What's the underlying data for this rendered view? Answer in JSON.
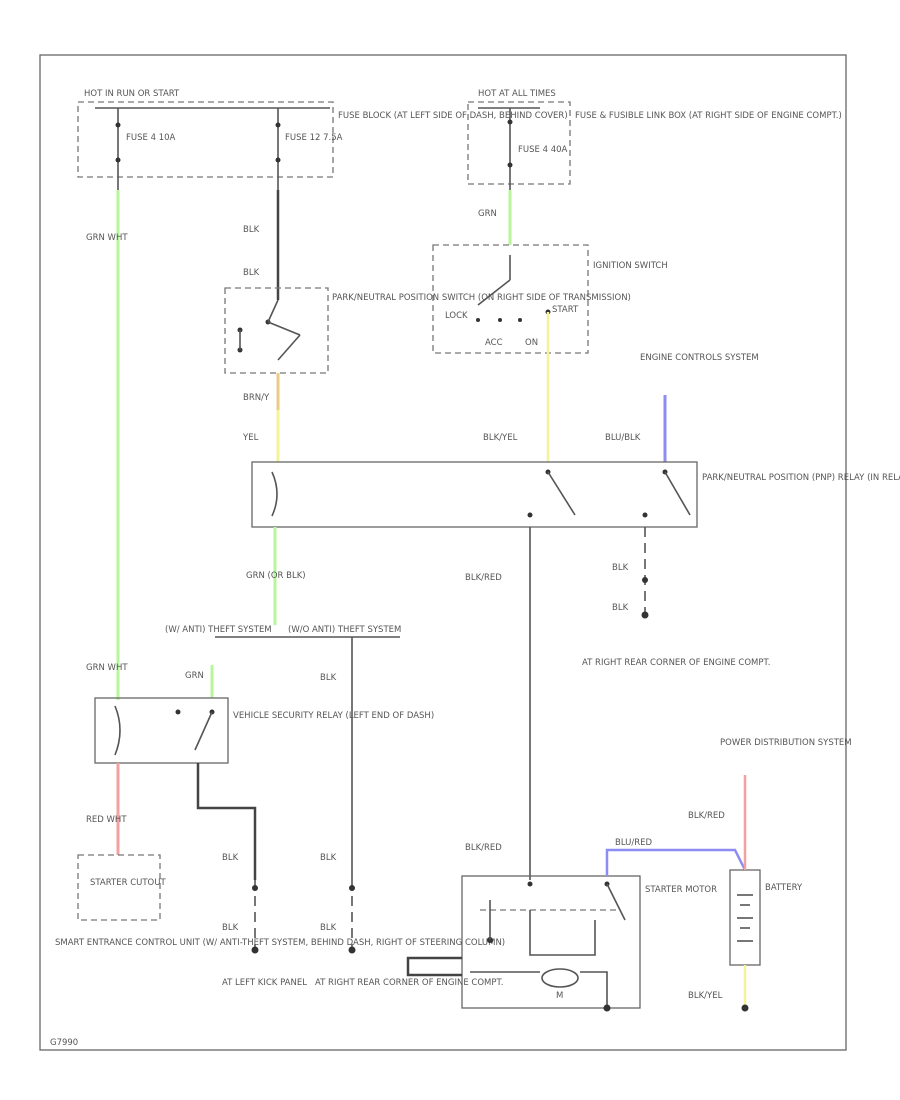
{
  "colors": {
    "grn": "#b8f59c",
    "red": "#f2a0a0",
    "yel": "#f3f39a",
    "brn_yel": "#e9cc8a",
    "blu": "#8c8cf2",
    "wire": "#444444"
  },
  "labels": {
    "hot_in_run_start": "HOT IN RUN OR START",
    "fuse_4": "FUSE 4 10A",
    "fuse_12": "FUSE 12 7.5A",
    "fuse_block": "FUSE BLOCK (AT LEFT SIDE OF DASH, BEHIND COVER)",
    "hot_at_all_times": "HOT AT ALL TIMES",
    "fuse_fusible": "FUSE 4 40A",
    "fusible_link_box": "FUSE & FUSIBLE LINK BOX (AT RIGHT SIDE OF ENGINE COMPT.)",
    "ignition_switch": "IGNITION SWITCH",
    "lock": "LOCK",
    "start": "START",
    "acc": "ACC",
    "on": "ON",
    "pnp_switch": "PARK/NEUTRAL POSITION SWITCH (ON RIGHT SIDE OF TRANSMISSION)",
    "engine_controls": "ENGINE CONTROLS SYSTEM",
    "pnp_relay": "PARK/NEUTRAL POSITION (PNP) RELAY (IN RELAY BOX)",
    "theft_1": "(W/ ANTI) THEFT SYSTEM",
    "theft_2": "(W/O ANTI) THEFT SYSTEM",
    "vehicle_security_relay": "VEHICLE SECURITY RELAY (LEFT END OF DASH)",
    "starter_cutout": "STARTER CUTOUT",
    "smart_entrance": "SMART ENTRANCE CONTROL UNIT (W/ ANTI-THEFT SYSTEM, BEHIND DASH, RIGHT OF STEERING COLUMN)",
    "ground_left_kick": "AT LEFT KICK PANEL",
    "ground_right_engine": "AT RIGHT REAR CORNER OF ENGINE COMPT.",
    "starter_motor": "STARTER MOTOR",
    "battery": "BATTERY",
    "power_distribution": "POWER DISTRIBUTION SYSTEM",
    "motor_m": "M",
    "wire_grn_wht": "GRN WHT",
    "wire_blk": "BLK",
    "wire_grn": "GRN",
    "wire_brn_yel": "BRN/Y",
    "wire_yel": "YEL",
    "wire_blk_yel": "BLK/YEL",
    "wire_blu_blk": "BLU/BLK",
    "wire_grn_or_blk": "GRN (OR BLK)",
    "wire_blk_red": "BLK/RED",
    "wire_red_wht": "RED WHT",
    "wire_blu_red": "BLU/RED",
    "code": "G7990"
  }
}
